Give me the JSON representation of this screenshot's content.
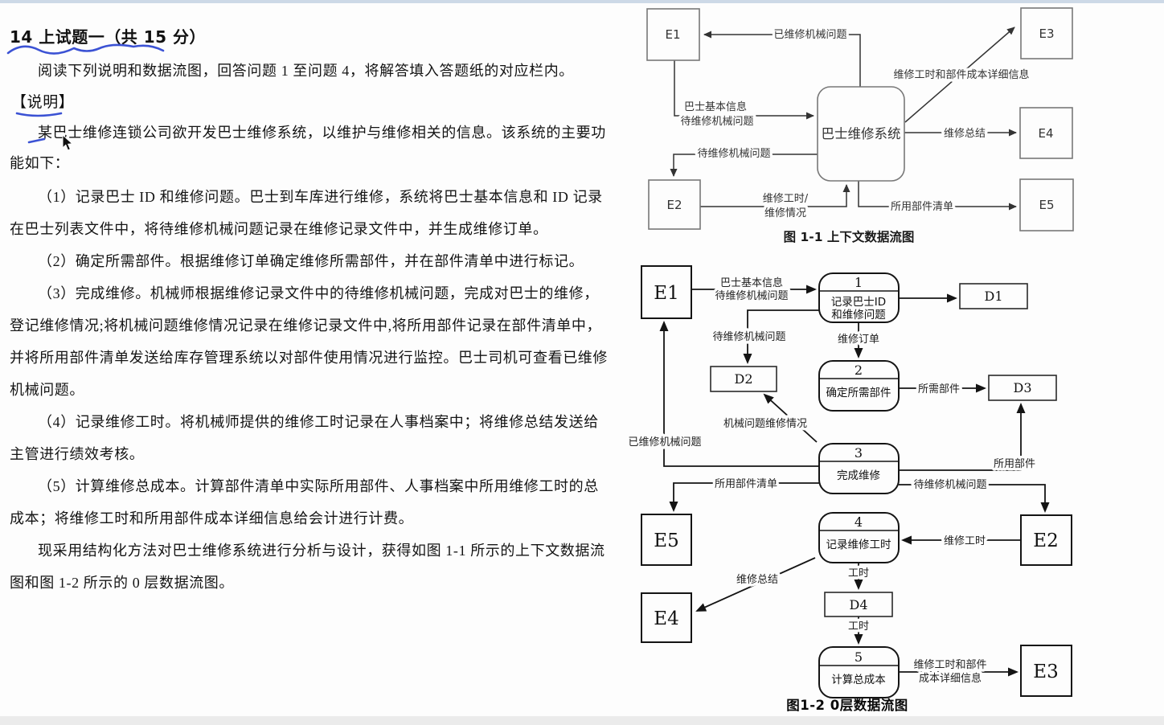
{
  "page": {
    "title": "14 上试题一（共 15 分）",
    "intro": "阅读下列说明和数据流图，回答问题 1 至问题 4，将解答填入答题纸的对应栏内。",
    "section_header": "【说明】",
    "lines": [
      "某巴士维修连锁公司欲开发巴士维修系统，以维护与维修相关的信息。该系统的主要功",
      "能如下：",
      "（1）记录巴士 ID 和维修问题。巴士到车库进行维修，系统将巴士基本信息和 ID 记录",
      "在巴士列表文件中，将待维修机械问题记录在维修记录文件中，并生成维修订单。",
      "（2）确定所需部件。根据维修订单确定维修所需部件，并在部件清单中进行标记。",
      "（3）完成维修。机械师根据维修记录文件中的待维修机械问题，完成对巴士的维修，",
      "登记维修情况;将机械问题维修情况记录在维修记录文件中,将所用部件记录在部件清单中，",
      "并将所用部件清单发送给库存管理系统以对部件使用情况进行监控。巴士司机可查看已维修",
      "机械问题。",
      "（4）记录维修工时。将机械师提供的维修工时记录在人事档案中；将维修总结发送给",
      "主管进行绩效考核。",
      "（5）计算维修总成本。计算部件清单中实际所用部件、人事档案中所用维修工时的总",
      "成本；将维修工时和所用部件成本详细信息给会计进行计费。",
      "现采用结构化方法对巴士维修系统进行分析与设计，获得如图 1-1 所示的上下文数据流",
      "图和图 1-2 所示的 0 层数据流图。"
    ]
  },
  "fig1": {
    "caption": "图 1-1 上下文数据流图",
    "system_label": "巴士维修系统",
    "entities": {
      "e1": "E1",
      "e2": "E2",
      "e3": "E3",
      "e4": "E4",
      "e5": "E5"
    },
    "flows": {
      "repaired": "已维修机械问题",
      "bus_info": "巴士基本信息",
      "pending_in": "待维修机械问题",
      "pending_out": "待维修机械问题",
      "hours_line1": "维修工时/",
      "hours_line2": "维修情况",
      "cost_detail": "维修工时和部件成本详细信息",
      "summary": "维修总结",
      "parts_list": "所用部件清单"
    }
  },
  "fig2": {
    "caption": "图1-2 0层数据流图",
    "entities": {
      "e1": "E1",
      "e2": "E2",
      "e3": "E3",
      "e4": "E4",
      "e5": "E5"
    },
    "stores": {
      "d1": "D1",
      "d2": "D2",
      "d3": "D3",
      "d4": "D4"
    },
    "processes": {
      "p1": {
        "num": "1",
        "name_line1": "记录巴士ID",
        "name_line2": "和维修问题"
      },
      "p2": {
        "num": "2",
        "name": "确定所需部件"
      },
      "p3": {
        "num": "3",
        "name": "完成维修"
      },
      "p4": {
        "num": "4",
        "name": "记录维修工时"
      },
      "p5": {
        "num": "5",
        "name": "计算总成本"
      }
    },
    "flows": {
      "bus_info_line1": "巴士基本信息",
      "bus_info_line2": "待维修机械问题",
      "pending_to_d2": "待维修机械问题",
      "order": "维修订单",
      "needed_parts": "所需部件",
      "repair_status": "机械问题维修情况",
      "repaired": "已维修机械问题",
      "parts_list": "所用部件清单",
      "used_parts": "所用部件",
      "pending_to_e2": "待维修机械问题",
      "hours_from_e2": "维修工时",
      "hours_to_d4": "工时",
      "hours_to_p5": "工时",
      "summary": "维修总结",
      "cost_line1": "维修工时和部件",
      "cost_line2": "成本详细信息"
    }
  },
  "colors": {
    "annotation_blue": "#3b52d4",
    "top_strip": "#cdd9e7",
    "bottom_strip": "#ebebeb"
  }
}
